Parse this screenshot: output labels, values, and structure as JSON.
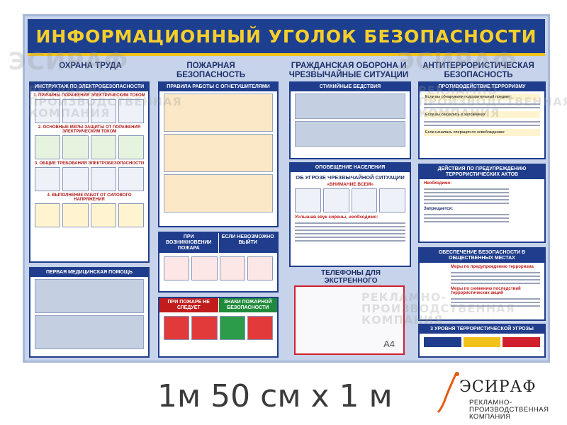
{
  "board": {
    "title": "ИНФОРМАЦИОННЫЙ УГОЛОК БЕЗОПАСНОСТИ",
    "columns": [
      "ОХРАНА ТРУДА",
      "ПОЖАРНАЯ БЕЗОПАСНОСТЬ",
      "ГРАЖДАНСКАЯ ОБОРОНА И ЧРЕЗВЫЧАЙНЫЕ СИТУАЦИИ",
      "АНТИТЕРРОРИСТИЧЕСКАЯ БЕЗОПАСНОСТЬ"
    ],
    "panels": {
      "electro": "ИНСТРУКТАЖ ПО ЭЛЕКТРОБЕЗОПАСНОСТИ",
      "electro_sub1": "1. ПРИЧИНЫ ПОРАЖЕНИЯ ЭЛЕКТРИЧЕСКИМ ТОКОМ",
      "electro_sub2": "2. ОСНОВНЫЕ МЕРЫ ЗАЩИТЫ ОТ ПОРАЖЕНИЯ ЭЛЕКТРИЧЕСКИМ ТОКОМ",
      "electro_sub3": "3. ОБЩИЕ ТРЕБОВАНИЯ ЭЛЕКТРОБЕЗОПАСНОСТИ",
      "electro_sub4": "4. ВЫПОЛНЕНИЕ РАБОТ ОТ СИЛОВОГО НАПРЯЖЕНИЯ",
      "first_aid": "ПЕРВАЯ МЕДИЦИНСКАЯ ПОМОЩЬ",
      "extinguishers": "ПРАВИЛА РАБОТЫ С ОГНЕТУШИТЕЛЯМИ",
      "fire_case": "ПРИ ВОЗНИКНОВЕНИИ ПОЖАРА",
      "fire_exit": "ЕСЛИ НЕВОЗМОЖНО ВЫЙТИ",
      "fire_dont": "ПРИ ПОЖАРЕ НЕ СЛЕДУЕТ",
      "fire_signs": "ЗНАКИ ПОЖАРНОЙ БЕЗОПАСНОСТИ",
      "disasters": "СТИХИЙНЫЕ БЕДСТВИЯ",
      "alert": "ОПОВЕЩЕНИЕ НАСЕЛЕНИЯ",
      "alert_sub": "ОБ УГРОЗЕ ЧРЕЗВЫЧАЙНОЙ СИТУАЦИИ",
      "alert_attention": "«ВНИМАНИЕ ВСЕМ»",
      "alert_siren": "Услышав звук сирены, необходимо:",
      "phones": "ТЕЛЕФОНЫ ДЛЯ ЭКСТРЕННОГО РЕАГИРОВАНИЯ",
      "phones_size": "A4",
      "terror_counter": "ПРОТИВОДЕЙСТВИЕ ТЕРРОРИЗМУ",
      "terror_q1": "Если вы обнаружили подозрительный предмет:",
      "terror_q2": "Если вы оказались в заложниках:",
      "terror_q3": "Если началась операция по освобождению:",
      "terror_prevent": "ДЕЙСТВИЯ ПО ПРЕДУПРЕЖДЕНИЮ ТЕРРОРИСТИЧЕСКИХ АКТОВ",
      "terror_needed": "Необходимо:",
      "terror_forbidden": "Запрещается:",
      "public_safety": "ОБЕСПЕЧЕНИЕ БЕЗОПАСНОСТИ В ОБЩЕСТВЕННЫХ МЕСТАХ",
      "public_prevent": "Меры по предупреждению терроризма",
      "public_reduce": "Меры по снижению последствий террористических акций",
      "threat_levels": "3 УРОВНЯ ТЕРРОРИСТИЧЕСКОЙ УГРОЗЫ"
    }
  },
  "size_label": "1м 50 см x 1 м",
  "logo": {
    "name": "ЭСИРАФ",
    "tagline": [
      "РЕКЛАМНО-",
      "ПРОИЗВОДСТВЕННАЯ",
      "КОМПАНИЯ"
    ]
  },
  "watermark": [
    "РЕКЛАМНО-",
    "ПРОИЗВОДСТВЕННАЯ",
    "КОМПАНИЯ"
  ],
  "colors": {
    "navy": "#1d3f8f",
    "gold": "#f2c21b",
    "red": "#d11f2e",
    "board": "#c6d3ea"
  }
}
